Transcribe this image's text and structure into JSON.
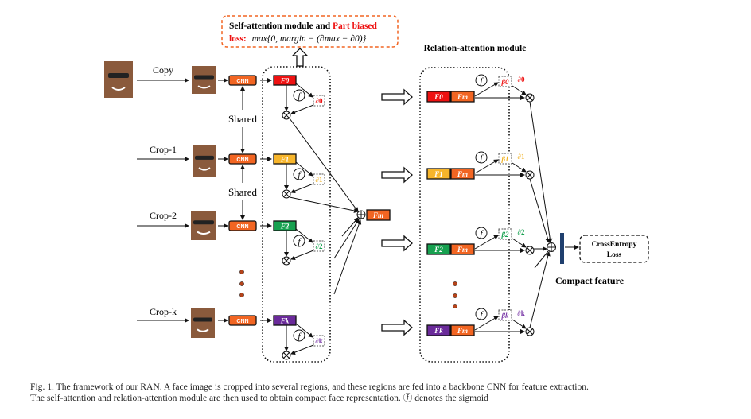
{
  "top_box": {
    "line1_black": "Self-attention module and ",
    "line1_red": "Part biased",
    "line2_red": "loss:",
    "line2_formula": "max{0, margin − (∂max − ∂0)}"
  },
  "relation_title": "Relation-attention module",
  "shared_label": "Shared",
  "cnn_label": "CNN",
  "sigmoid_symbol": "f",
  "fm_label": "Fm",
  "rows": [
    {
      "input": "Copy",
      "feature": "F0",
      "weight": "∂0",
      "beta": "β0",
      "color": "#ee1111",
      "text_color": "#ee1111"
    },
    {
      "input": "Crop-1",
      "feature": "F1",
      "weight": "∂1",
      "beta": "β1",
      "color": "#f7b52b",
      "text_color": "#f0b020"
    },
    {
      "input": "Crop-2",
      "feature": "F2",
      "weight": "∂2",
      "beta": "β2",
      "color": "#17a150",
      "text_color": "#17a150"
    },
    {
      "input": "Crop-k",
      "feature": "Fk",
      "weight": "∂k",
      "beta": "βk",
      "color": "#6a2a9a",
      "text_color": "#7b3aa8"
    }
  ],
  "loss_box": {
    "line1": "CrossEntropy",
    "line2": "Loss"
  },
  "compact_feature": "Compact feature",
  "colors": {
    "cnn": "#f26522",
    "fm": "#f26522",
    "loss_border_red": "#f26522",
    "bar": "#1f3f6e",
    "dots": "#b5431a"
  },
  "caption": {
    "line1": "Fig. 1.   The framework of our RAN. A face image is cropped into several regions, and these regions are fed into a backbone CNN for feature extraction.",
    "line2": "The self-attention and relation-attention module are then used to obtain compact face representation. ⓕ denotes the sigmoid"
  }
}
